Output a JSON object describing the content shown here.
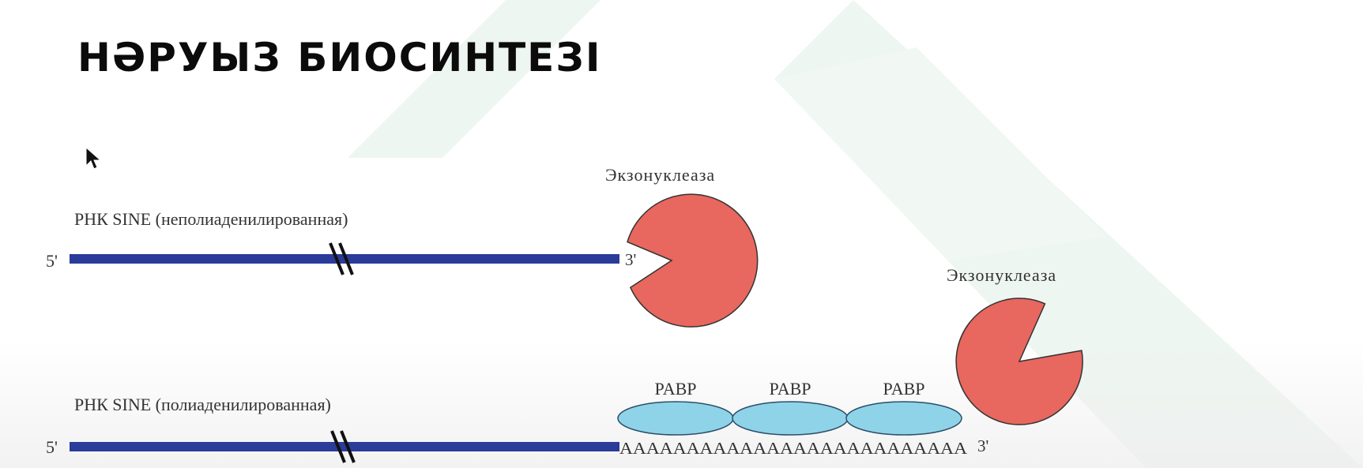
{
  "slide": {
    "title": "НӘРУЫЗ БИОСИНТЕЗІ"
  },
  "diagram": {
    "top_strand": {
      "label": "РНК SINE (неполиаденилированная)",
      "five_prime": "5'",
      "three_prime": "3'",
      "enzyme_label": "Экзонуклеаза"
    },
    "bottom_strand": {
      "label": "РНК SINE (полиаденилированная)",
      "five_prime": "5'",
      "three_prime": "3'",
      "poly_a_tail": "AAAAAAAAAAAAAAAAAAAAAAAAAA",
      "pabp_labels": [
        "PABP",
        "PABP",
        "PABP"
      ],
      "enzyme_label": "Экзонуклеаза"
    }
  },
  "colors": {
    "strand": "#2b3b9a",
    "enzyme_fill": "#e8675e",
    "enzyme_stroke": "#333333",
    "pabp_fill": "#8fd3e8",
    "pabp_stroke": "#2a4f6a",
    "bg_decor": "#eaf4ee"
  },
  "icons": {
    "cursor": "mouse-pointer-icon"
  }
}
